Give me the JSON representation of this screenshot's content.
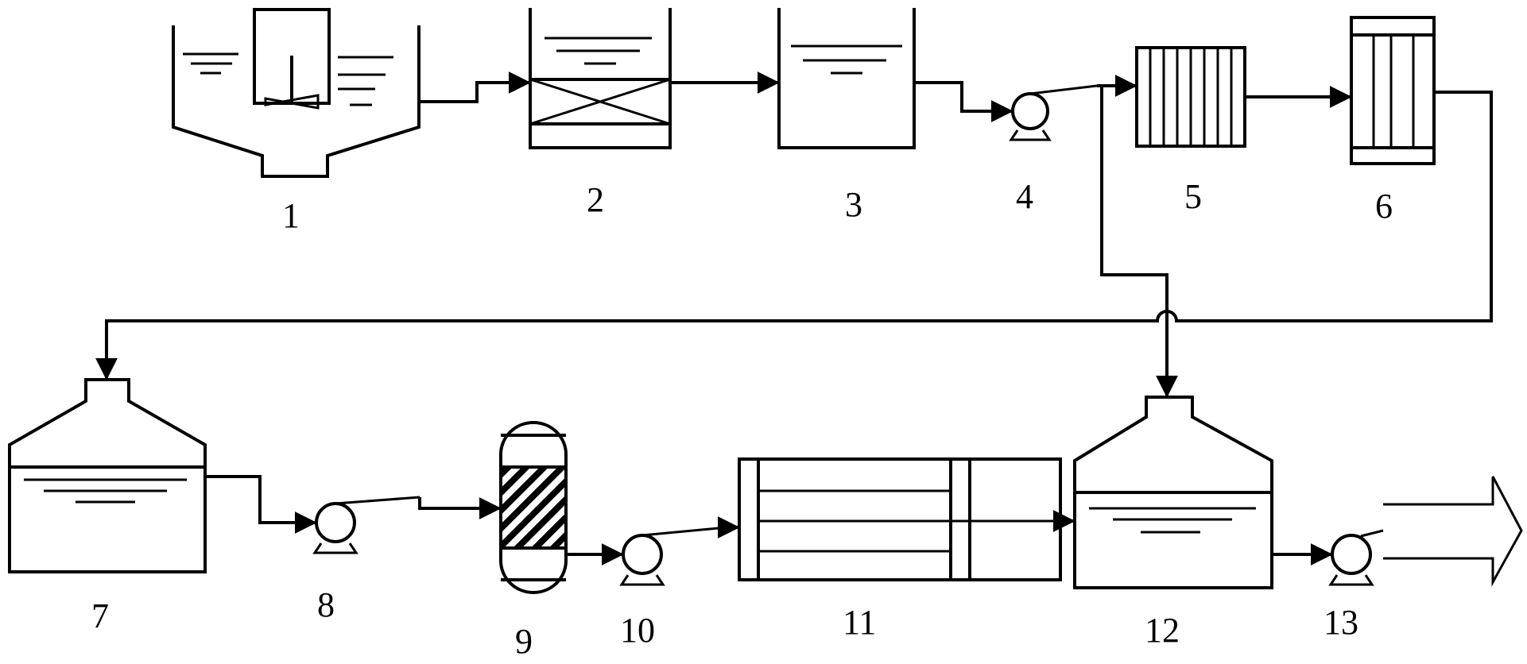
{
  "diagram": {
    "line_color": "#000000",
    "background": "#ffffff",
    "units": [
      {
        "id": "u1",
        "label": "1",
        "icon": "settling-tank-with-stirrer-icon"
      },
      {
        "id": "u2",
        "label": "2",
        "icon": "packed-filter-tank-icon"
      },
      {
        "id": "u3",
        "label": "3",
        "icon": "water-tank-icon"
      },
      {
        "id": "u4",
        "label": "4",
        "icon": "pump-icon"
      },
      {
        "id": "u5",
        "label": "5",
        "icon": "cartridge-filter-icon"
      },
      {
        "id": "u6",
        "label": "6",
        "icon": "membrane-module-icon"
      },
      {
        "id": "u7",
        "label": "7",
        "icon": "storage-tank-icon"
      },
      {
        "id": "u8",
        "label": "8",
        "icon": "pump-icon"
      },
      {
        "id": "u9",
        "label": "9",
        "icon": "adsorption-column-icon"
      },
      {
        "id": "u10",
        "label": "10",
        "icon": "pump-icon"
      },
      {
        "id": "u11",
        "label": "11",
        "icon": "membrane-stack-icon"
      },
      {
        "id": "u12",
        "label": "12",
        "icon": "storage-tank-icon"
      },
      {
        "id": "u13",
        "label": "13",
        "icon": "pump-icon"
      }
    ]
  }
}
